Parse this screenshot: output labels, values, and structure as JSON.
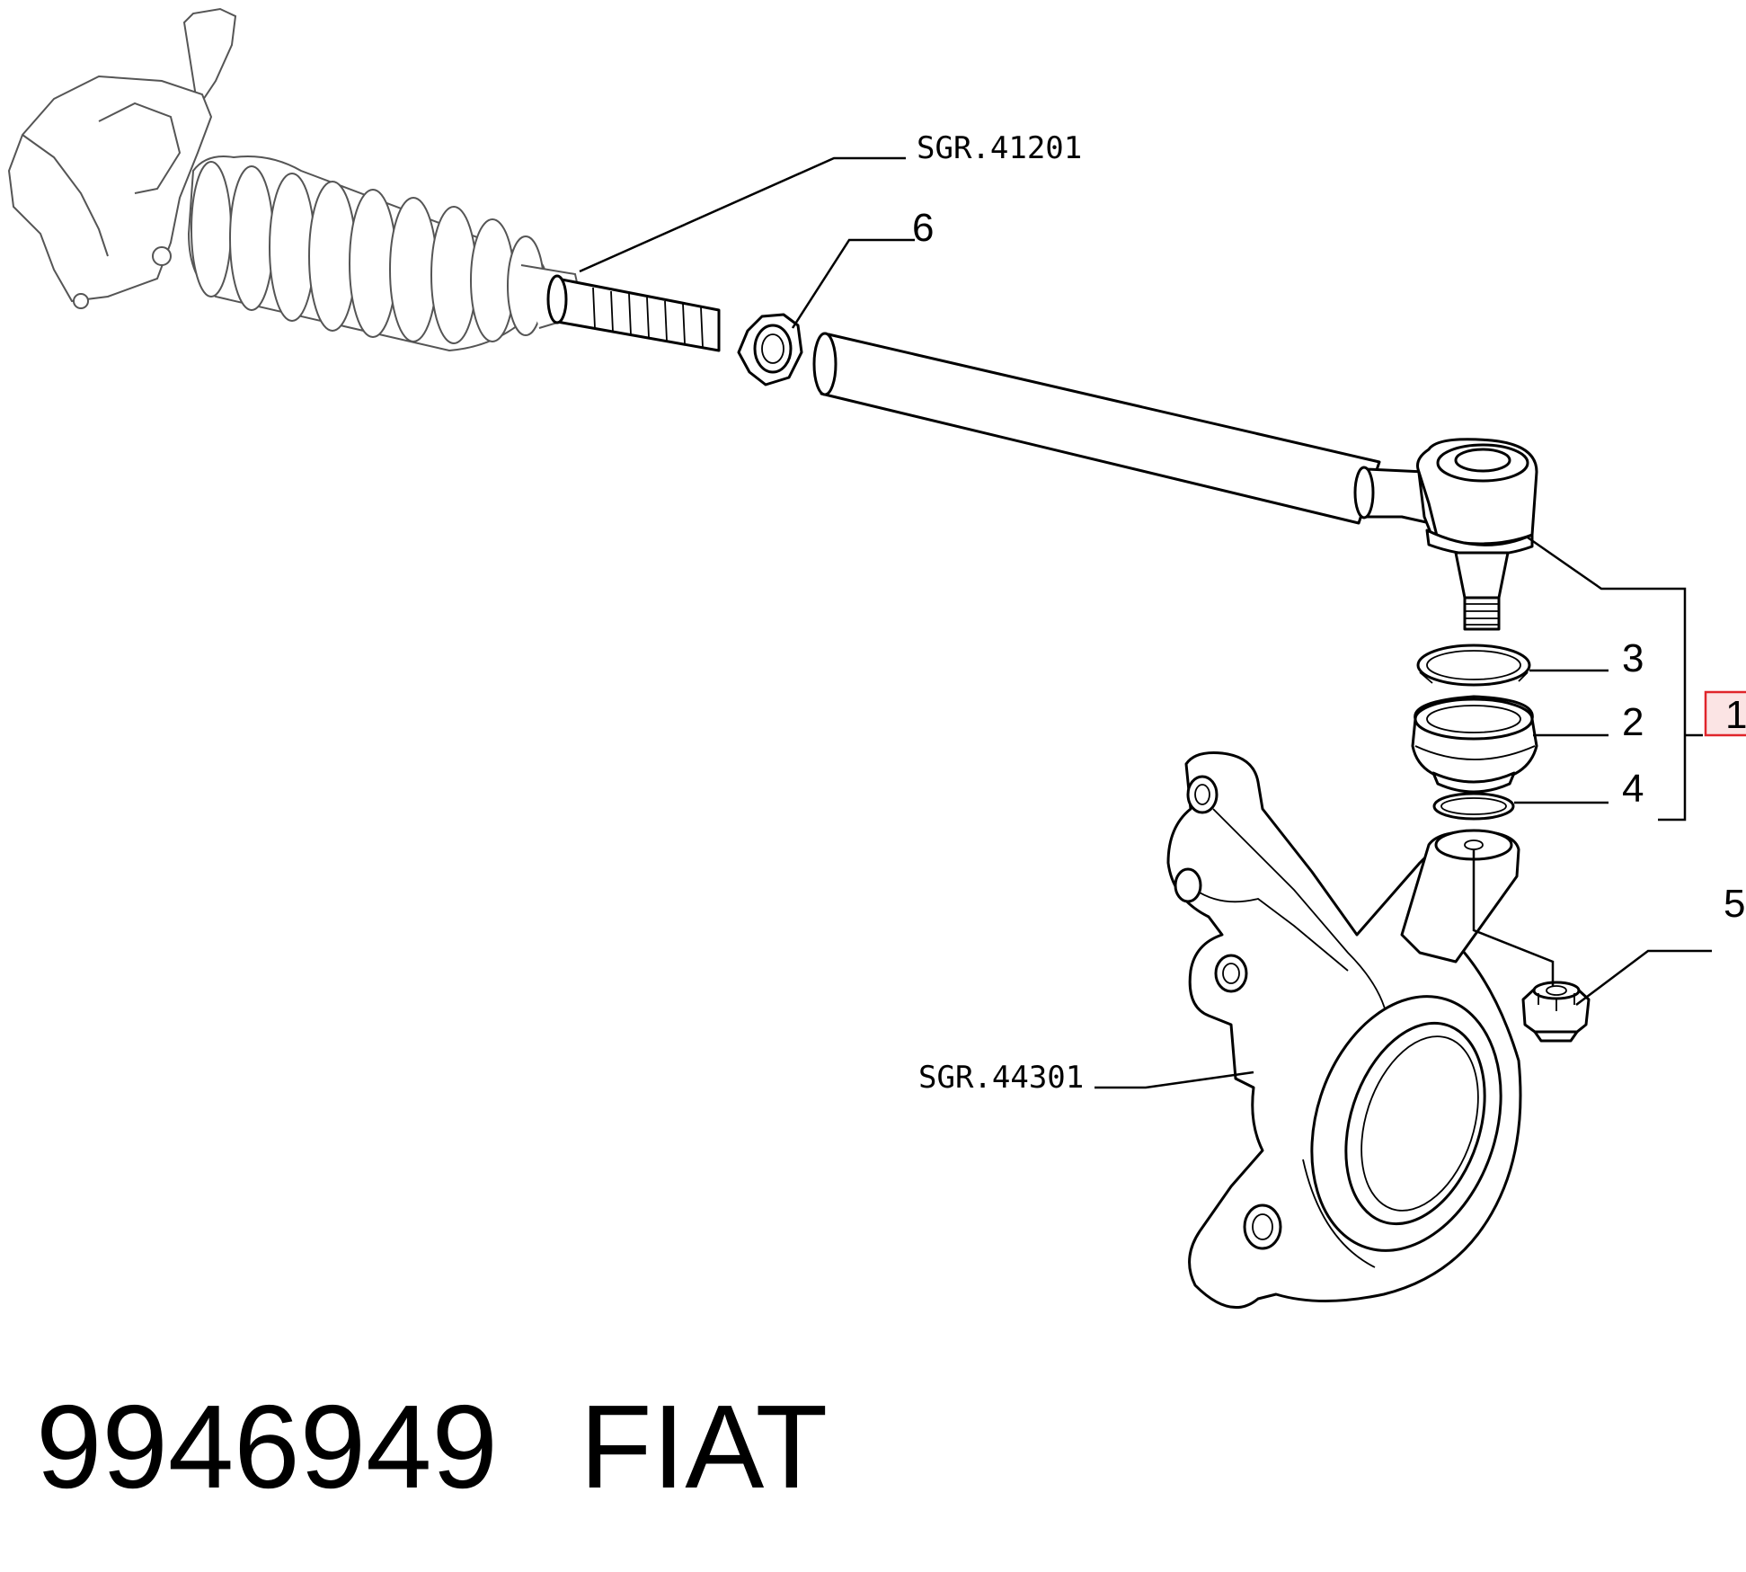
{
  "callouts": {
    "sgr_41201": "SGR.41201",
    "sgr_44301": "SGR.44301",
    "n1": "1",
    "n2": "2",
    "n3": "3",
    "n4": "4",
    "n5": "5",
    "n6": "6"
  },
  "footer": {
    "part_number": "9946949",
    "brand": "FIAT"
  },
  "colors": {
    "ink": "#000000",
    "highlight_box": "#e0252b",
    "highlight_fill": "#fbe4e4"
  }
}
